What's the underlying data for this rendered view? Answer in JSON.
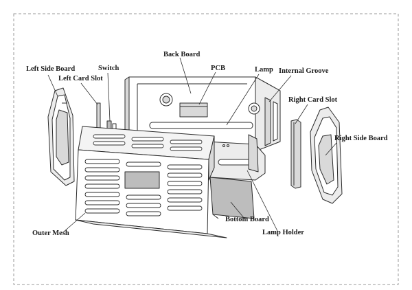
{
  "diagram": {
    "type": "exploded-view",
    "parts": [
      {
        "id": "left_side_board",
        "label": "Left Side Board"
      },
      {
        "id": "left_card_slot",
        "label": "Left Card Slot"
      },
      {
        "id": "switch",
        "label": "Switch"
      },
      {
        "id": "back_board",
        "label": "Back Board"
      },
      {
        "id": "pcb",
        "label": "PCB"
      },
      {
        "id": "lamp",
        "label": "Lamp"
      },
      {
        "id": "internal_groove",
        "label": "Internal Groove"
      },
      {
        "id": "right_card_slot",
        "label": "Right Card Slot"
      },
      {
        "id": "right_side_board",
        "label": "Right Side Board"
      },
      {
        "id": "outer_mesh",
        "label": "Outer Mesh"
      },
      {
        "id": "bottom_board",
        "label": "Bottom Board"
      },
      {
        "id": "lamp_holder",
        "label": "Lamp Holder"
      }
    ]
  },
  "colors": {
    "line": "#2b2b2b",
    "frame": "#9a9a9a",
    "fill": "#ffffff",
    "shade": "#d9d9d9",
    "dark": "#bdbdbd"
  }
}
